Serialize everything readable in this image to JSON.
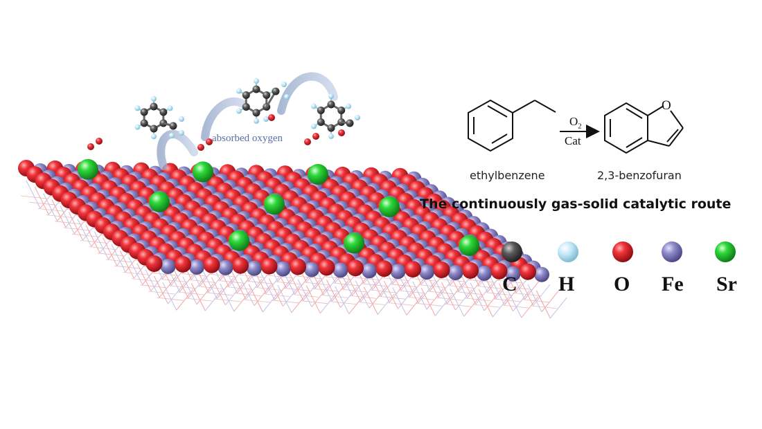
{
  "surface": {
    "oxygen_label": "absorbed oxygen"
  },
  "reaction": {
    "reactant": "ethylbenzene",
    "product": "2,3-benzofuran",
    "reagent_main": "O",
    "reagent_subscript": "2",
    "catalyst": "Cat",
    "heteroatom": "O",
    "caption": "The continuously gas-solid catalytic route"
  },
  "legend": {
    "items": [
      {
        "symbol": "C",
        "color": "#555555"
      },
      {
        "symbol": "H",
        "color": "#bfe6f5"
      },
      {
        "symbol": "O",
        "color": "#e8202a"
      },
      {
        "symbol": "Fe",
        "color": "#8a86c4"
      },
      {
        "symbol": "Sr",
        "color": "#22cc33"
      }
    ]
  }
}
